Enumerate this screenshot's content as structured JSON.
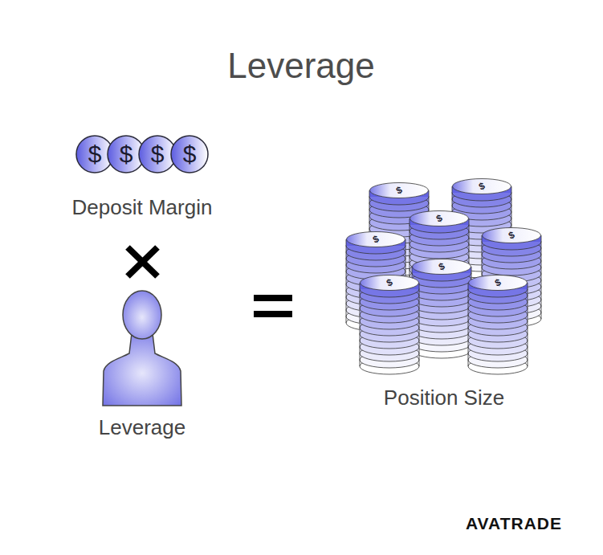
{
  "diagram": {
    "title": "Leverage",
    "nodes": [
      {
        "text": [
          "$"
        ]
      },
      {
        "text": [
          "$"
        ]
      },
      {
        "text": [
          "$"
        ]
      },
      {
        "text": [
          "$"
        ]
      },
      {
        "text": [
          "$"
        ]
      },
      {
        "text": [
          "$"
        ]
      },
      {
        "text": [
          "$"
        ]
      },
      {
        "text": [
          "$"
        ]
      },
      {
        "text": [
          "$"
        ]
      },
      {
        "text": [
          "$"
        ]
      },
      {
        "text": [
          "$"
        ]
      },
      {
        "text": [
          "$"
        ]
      }
    ],
    "labels": [
      "Deposit Margin",
      "Leverage",
      "Position Size",
      "AVATRADE"
    ]
  }
}
